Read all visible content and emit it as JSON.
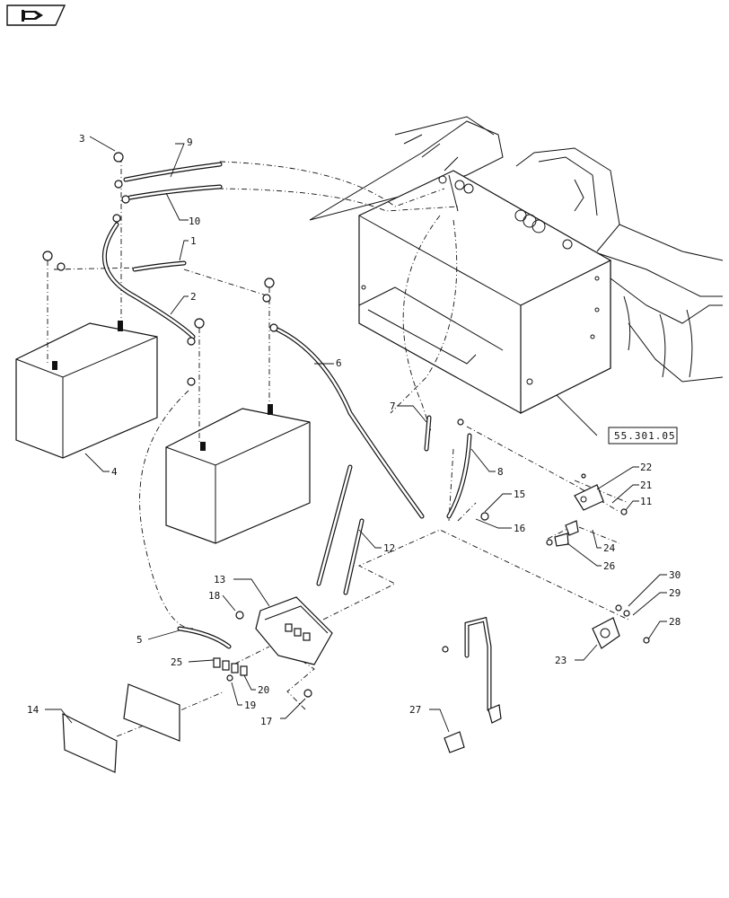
{
  "nav": {
    "icon": "page-flag-icon"
  },
  "reference": {
    "label": "55.301.05"
  },
  "callouts": [
    {
      "n": "1"
    },
    {
      "n": "2"
    },
    {
      "n": "3"
    },
    {
      "n": "4"
    },
    {
      "n": "5"
    },
    {
      "n": "6"
    },
    {
      "n": "7"
    },
    {
      "n": "8"
    },
    {
      "n": "9"
    },
    {
      "n": "10"
    },
    {
      "n": "11"
    },
    {
      "n": "12"
    },
    {
      "n": "13"
    },
    {
      "n": "14"
    },
    {
      "n": "15"
    },
    {
      "n": "16"
    },
    {
      "n": "17"
    },
    {
      "n": "18"
    },
    {
      "n": "19"
    },
    {
      "n": "20"
    },
    {
      "n": "21"
    },
    {
      "n": "22"
    },
    {
      "n": "23"
    },
    {
      "n": "24"
    },
    {
      "n": "25"
    },
    {
      "n": "26"
    },
    {
      "n": "27"
    },
    {
      "n": "28"
    },
    {
      "n": "29"
    },
    {
      "n": "30"
    }
  ]
}
